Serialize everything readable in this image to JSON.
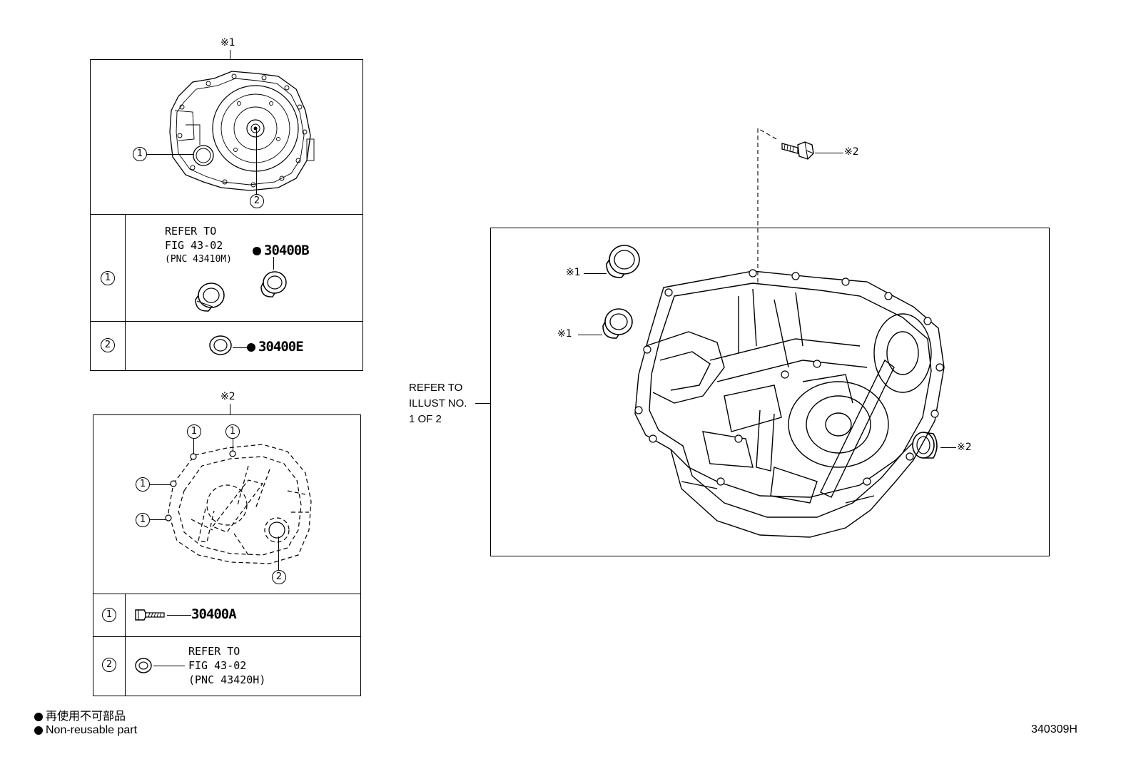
{
  "inset1": {
    "mark": "※1",
    "rows": [
      {
        "num": "1",
        "refer": [
          "REFER TO",
          "FIG 43-02",
          "(PNC 43410M)"
        ],
        "part": "30400B"
      },
      {
        "num": "2",
        "part": "30400E"
      }
    ],
    "callouts": [
      "1",
      "2"
    ]
  },
  "inset2": {
    "mark": "※2",
    "rows": [
      {
        "num": "1",
        "part": "30400A"
      },
      {
        "num": "2",
        "refer": [
          "REFER TO",
          "FIG 43-02",
          "(PNC 43420H)"
        ]
      }
    ],
    "callouts": [
      "1",
      "1",
      "1",
      "1",
      "2"
    ]
  },
  "main": {
    "refer_note": [
      "REFER TO",
      "ILLUST NO.",
      "1 OF 2"
    ],
    "bolt_mark": "※2",
    "seal_marks": [
      "※1",
      "※1",
      "※2"
    ]
  },
  "legend": {
    "jp": "再使用不可部品",
    "en": "Non-reusable part"
  },
  "figure_id": "340309H"
}
